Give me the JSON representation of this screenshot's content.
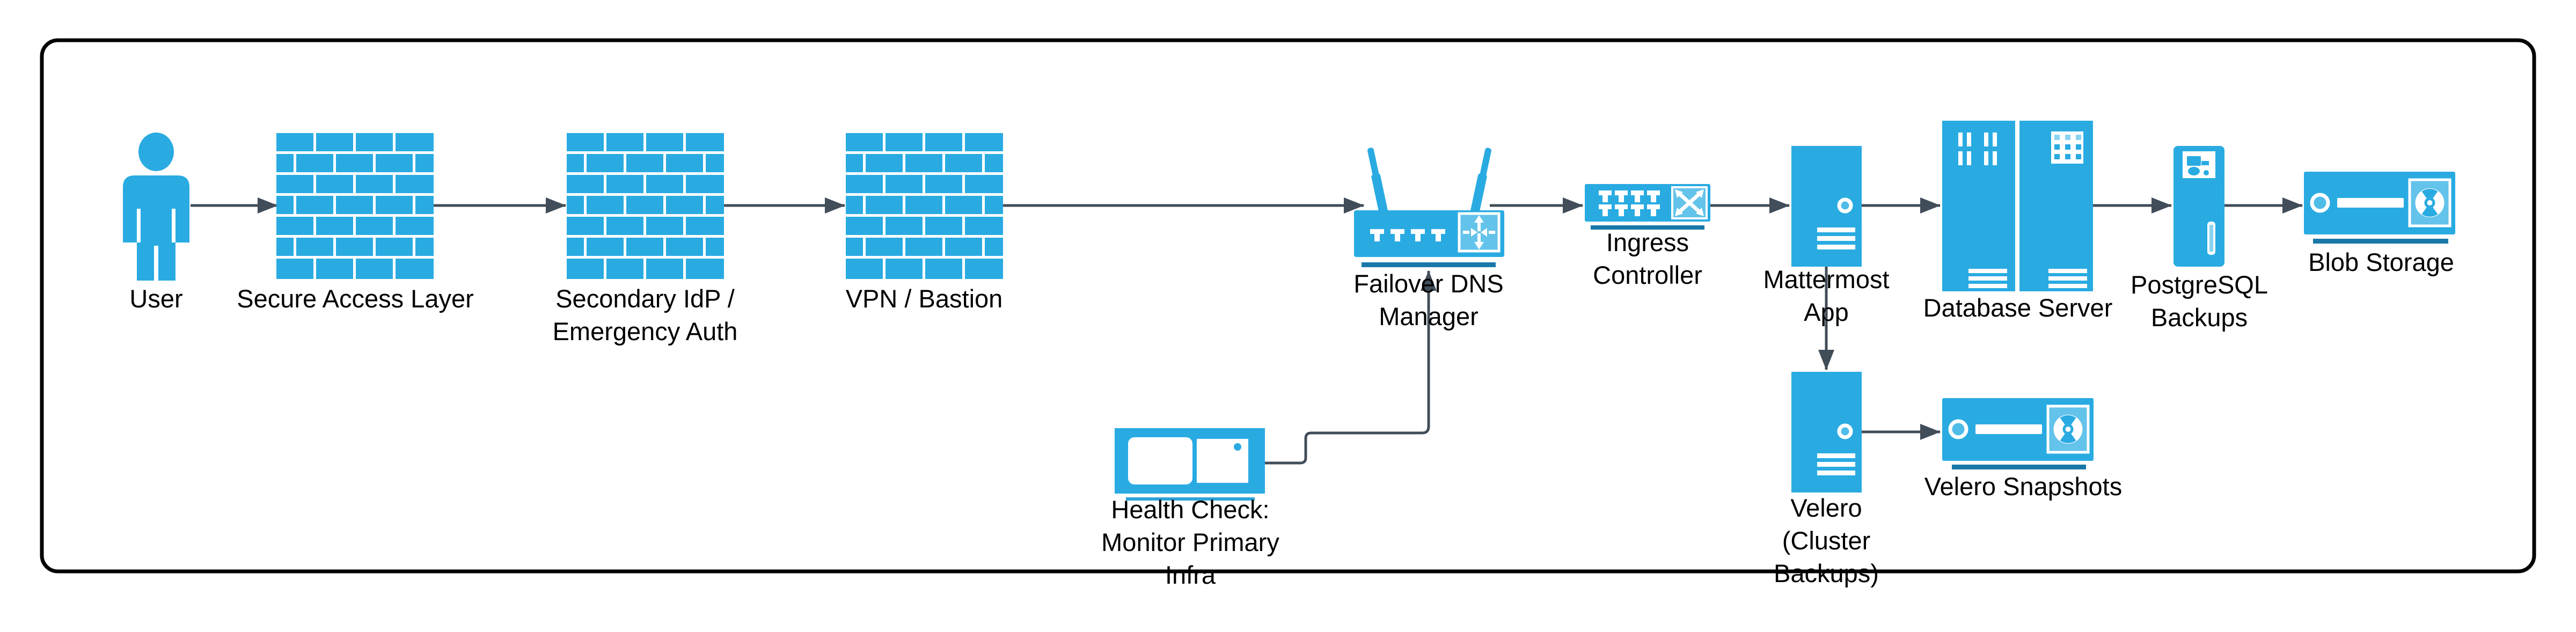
{
  "diagram": {
    "type": "infrastructure-flow-diagram",
    "background": "#FFFFFF",
    "colors": {
      "node_fill": "#29ABE2",
      "node_fill_light": "#63C3EA",
      "node_fill_pale": "#8AD3F1",
      "shadow_bar": "#1878A8",
      "health_underline": "#2FA3D9",
      "edge_line": "#414D59",
      "frame_border": "#000000",
      "label_text": "#000000"
    }
  },
  "nodes": {
    "user": {
      "icon": "person",
      "lines": [
        "User"
      ]
    },
    "secure_access": {
      "icon": "firewall",
      "lines": [
        "Secure Access Layer"
      ]
    },
    "secondary_idp": {
      "icon": "firewall",
      "lines": [
        "Secondary IdP /",
        "Emergency Auth"
      ]
    },
    "vpn_bastion": {
      "icon": "firewall",
      "lines": [
        "VPN / Bastion"
      ]
    },
    "failover_dns": {
      "icon": "wireless-router",
      "lines": [
        "Failover DNS",
        "Manager"
      ]
    },
    "ingress": {
      "icon": "network-switch",
      "lines": [
        "Ingress",
        "Controller"
      ]
    },
    "mattermost": {
      "icon": "tower-server",
      "lines": [
        "Mattermost",
        "App"
      ]
    },
    "database": {
      "icon": "rack-servers",
      "lines": [
        "Database Server"
      ]
    },
    "postgres_backups": {
      "icon": "mini-tower",
      "lines": [
        "PostgreSQL",
        "Backups"
      ]
    },
    "blob_storage": {
      "icon": "tape-storage",
      "lines": [
        "Blob Storage"
      ]
    },
    "health_check": {
      "icon": "monitor",
      "lines": [
        "Health Check:",
        "Monitor Primary",
        "Infra"
      ]
    },
    "velero": {
      "icon": "tower-server",
      "lines": [
        "Velero",
        "(Cluster",
        "Backups)"
      ]
    },
    "velero_snapshots": {
      "icon": "tape-storage",
      "lines": [
        "Velero Snapshots"
      ]
    }
  },
  "edges": [
    {
      "from": "User",
      "to": "Secure Access Layer"
    },
    {
      "from": "Secure Access Layer",
      "to": "Secondary IdP / Emergency Auth"
    },
    {
      "from": "Secondary IdP / Emergency Auth",
      "to": "VPN / Bastion"
    },
    {
      "from": "VPN / Bastion",
      "to": "Failover DNS Manager"
    },
    {
      "from": "Failover DNS Manager",
      "to": "Ingress Controller"
    },
    {
      "from": "Ingress Controller",
      "to": "Mattermost App"
    },
    {
      "from": "Mattermost App",
      "to": "Database Server"
    },
    {
      "from": "Database Server",
      "to": "PostgreSQL Backups"
    },
    {
      "from": "PostgreSQL Backups",
      "to": "Blob Storage"
    },
    {
      "from": "Mattermost App",
      "to": "Velero (Cluster Backups)"
    },
    {
      "from": "Velero (Cluster Backups)",
      "to": "Velero Snapshots"
    },
    {
      "from": "Health Check: Monitor Primary Infra",
      "to": "Failover DNS Manager"
    }
  ]
}
